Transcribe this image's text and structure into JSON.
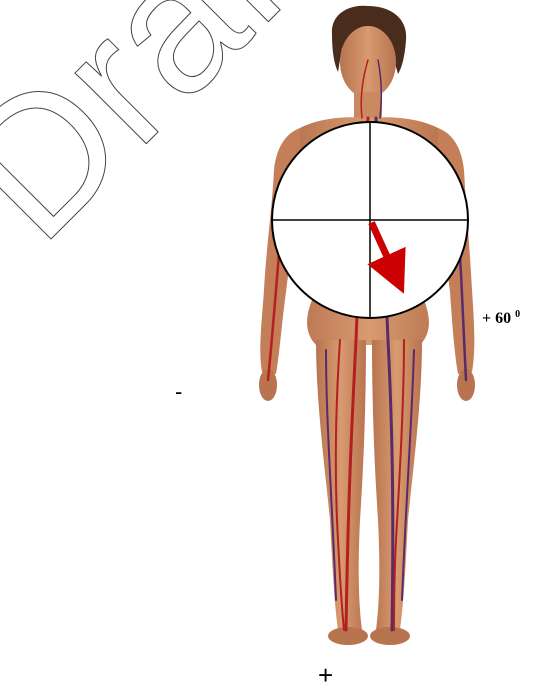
{
  "watermark": {
    "text": "Draft"
  },
  "axis_diagram": {
    "vector_color": "#cc0000",
    "vector_angle_degrees": 60
  },
  "labels": {
    "angle_value": "+ 60",
    "angle_unit": "0",
    "negative": "-",
    "positive": "+"
  },
  "colors": {
    "skin": "#c98a62",
    "artery": "#b3201f",
    "vein": "#5a2a6a",
    "hair": "#4a2c1c"
  }
}
